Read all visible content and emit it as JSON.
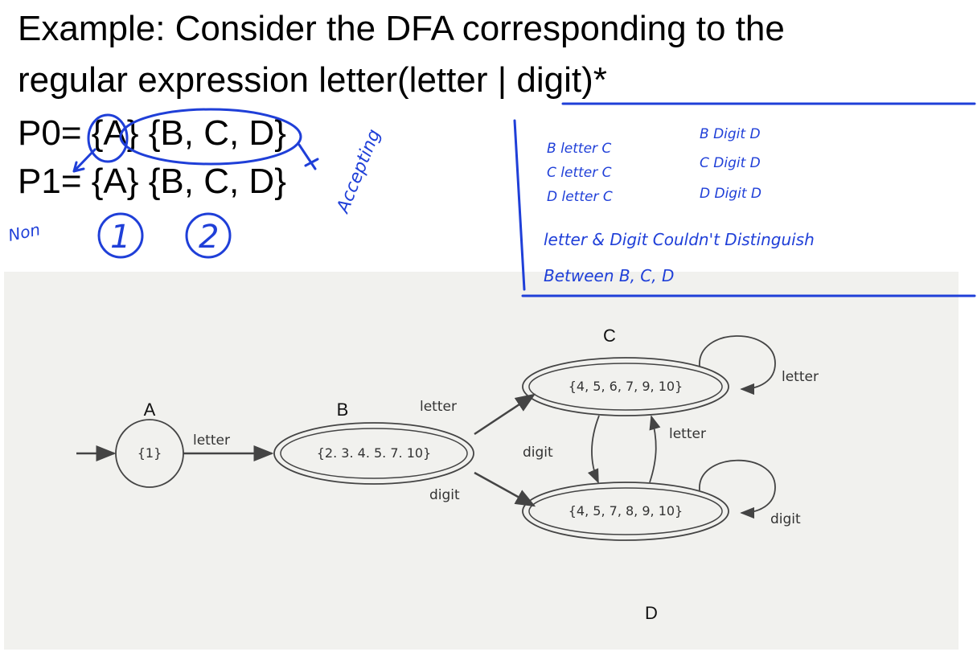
{
  "title_line1": "Example: Consider the DFA corresponding to the",
  "title_line2": "regular expression letter(letter | digit)*",
  "p0": "P0= {A} {B, C, D}",
  "p1": "P1= {A} {B, C, D}",
  "handwritten": {
    "group1_number": "1",
    "group2_number": "2",
    "non": "Non",
    "accepting": "Accepting",
    "notes_transitions": [
      "B letter C",
      "C letter C",
      "D letter C",
      "B Digit D",
      "C Digit D",
      "D Digit D"
    ],
    "notes_conclusion_line1": "letter & Digit Couldn't Distinguish",
    "notes_conclusion_line2": "Between B, C, D"
  },
  "dfa": {
    "states": [
      {
        "name": "A",
        "set": "{1}"
      },
      {
        "name": "B",
        "set": "{2. 3. 4. 5. 7. 10}"
      },
      {
        "name": "C",
        "set": "{4, 5, 6, 7, 9, 10}"
      },
      {
        "name": "D",
        "set": "{4, 5, 7, 8, 9, 10}"
      }
    ],
    "edge_labels": {
      "a_to_b": "letter",
      "b_to_c": "letter",
      "b_to_d": "digit",
      "c_loop": "letter",
      "d_to_c": "letter",
      "c_to_d": "digit",
      "d_loop": "digit"
    }
  },
  "colors": {
    "ink": "#1f3fd8",
    "scan_background": "#f1f1ee"
  }
}
